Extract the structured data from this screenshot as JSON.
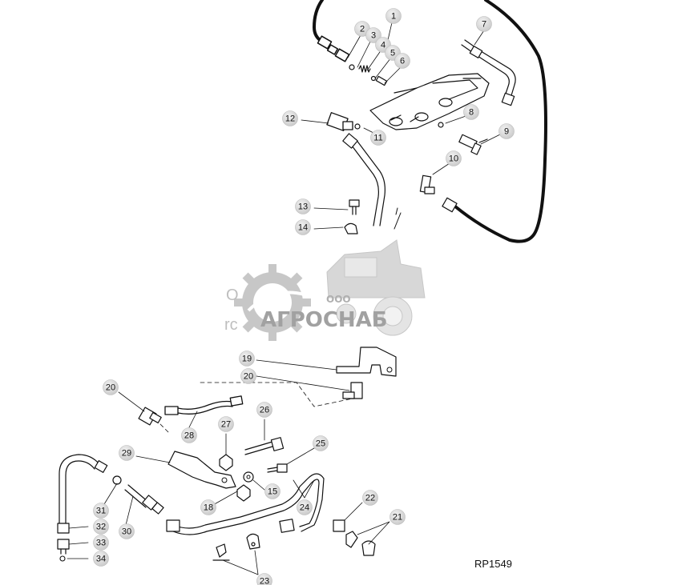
{
  "figure_id": "RP1549",
  "watermark": {
    "brand": "АГРОСНАБ",
    "prefix": "ООО",
    "partial_text_1": "O",
    "partial_text_2": "rc"
  },
  "callouts": [
    {
      "n": "1"
    },
    {
      "n": "2"
    },
    {
      "n": "3"
    },
    {
      "n": "4"
    },
    {
      "n": "5"
    },
    {
      "n": "6"
    },
    {
      "n": "7"
    },
    {
      "n": "8"
    },
    {
      "n": "9"
    },
    {
      "n": "10"
    },
    {
      "n": "11"
    },
    {
      "n": "12"
    },
    {
      "n": "13"
    },
    {
      "n": "14"
    },
    {
      "n": "19"
    },
    {
      "n": "20"
    },
    {
      "n": "20"
    },
    {
      "n": "28"
    },
    {
      "n": "27"
    },
    {
      "n": "26"
    },
    {
      "n": "25"
    },
    {
      "n": "29"
    },
    {
      "n": "15"
    },
    {
      "n": "18"
    },
    {
      "n": "24"
    },
    {
      "n": "22"
    },
    {
      "n": "21"
    },
    {
      "n": "31"
    },
    {
      "n": "32"
    },
    {
      "n": "33"
    },
    {
      "n": "34"
    },
    {
      "n": "30"
    },
    {
      "n": "23"
    }
  ]
}
